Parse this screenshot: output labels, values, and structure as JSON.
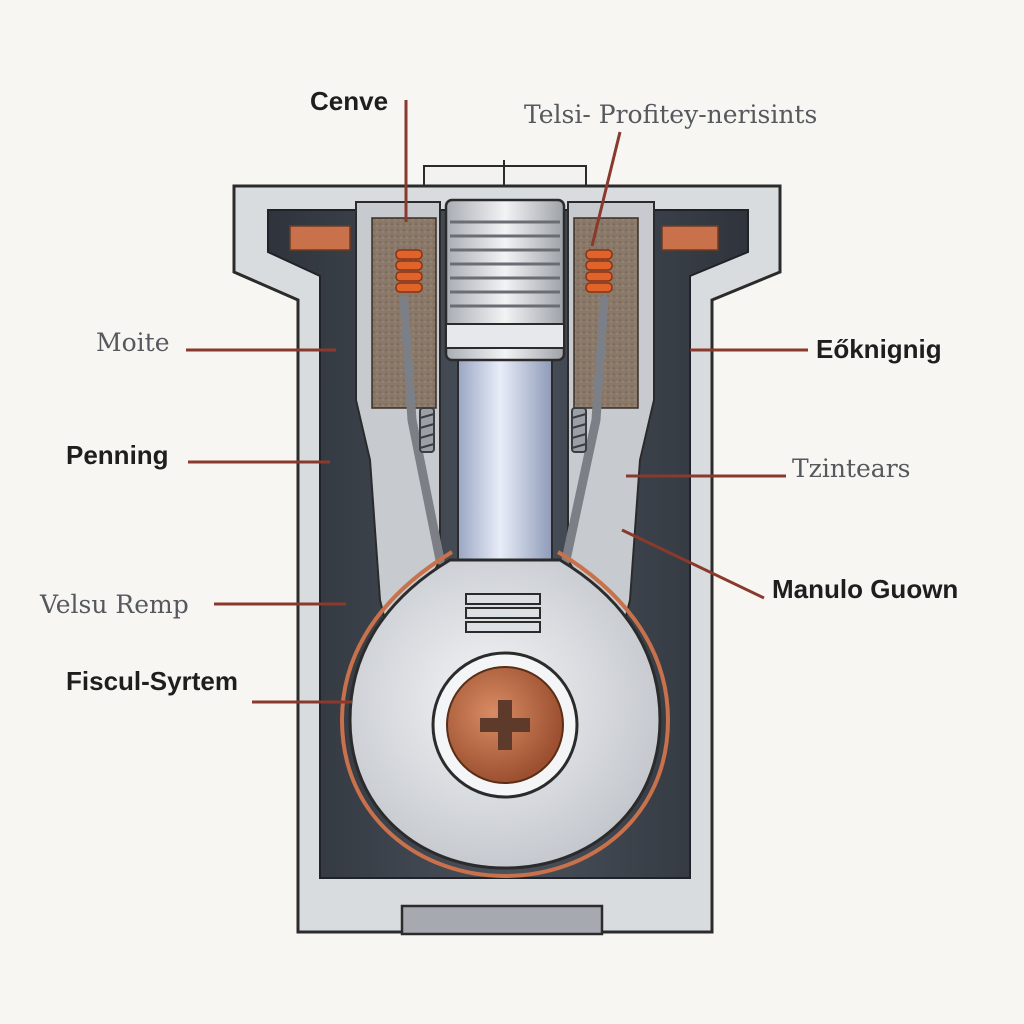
{
  "labels": {
    "cenve": "Cenve",
    "telsi": "Telsi- Profitey-nerisints",
    "moite": "Moite",
    "eoknignig": "Eőknignig",
    "penning": "Penning",
    "tzintears": "Tzintears",
    "velsu_remp": "Velsu Remp",
    "manulo_guown": "Manulo Guown",
    "fiscul_syrtem": "Fiscul-Syrtem"
  },
  "colors": {
    "housing_outline": "#2b2b2b",
    "housing_fill": "#d9dcdf",
    "cavity_dark": "#3d434c",
    "copper": "#c8714a",
    "orange_coil": "#e0642a",
    "leader_line": "#8a3a2c",
    "piston_blue": "#c9d3ea"
  }
}
